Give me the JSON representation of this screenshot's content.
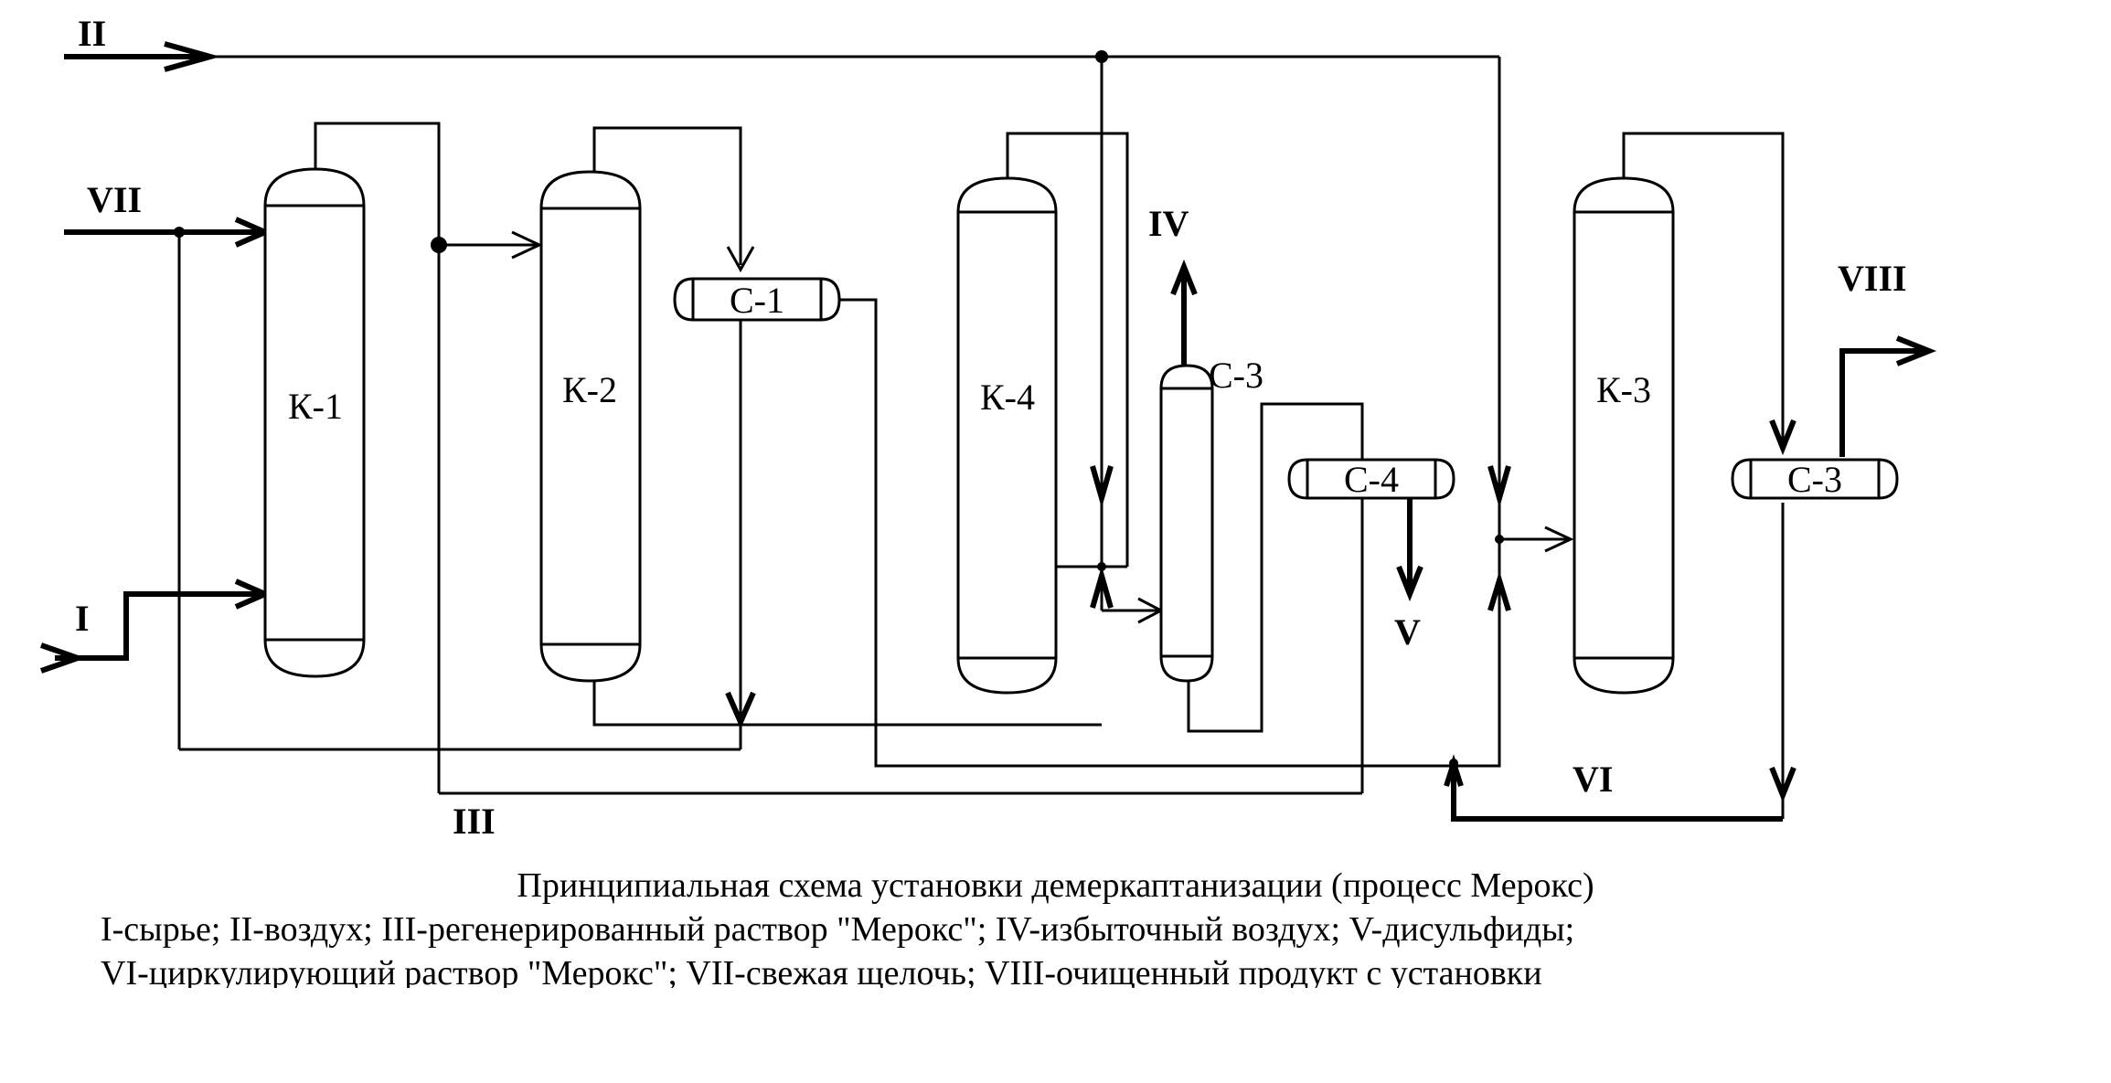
{
  "streams": {
    "s1": "I",
    "s2": "II",
    "s3": "III",
    "s4": "IV",
    "s5": "V",
    "s6": "VI",
    "s7": "VII",
    "s8": "VIII"
  },
  "units": {
    "k1": "К-1",
    "k2": "К-2",
    "k3": "К-3",
    "k4": "К-4",
    "c1": "С-1",
    "c3a": "С-3",
    "c3b": "С-3",
    "c4": "С-4"
  },
  "caption": {
    "title": "Принципиальная схема установки демеркаптанизации (процесс Мерокс)",
    "line1": "I-сырье; II-воздух; III-регенерированный раствор \"Мерокс\"; IV-избыточный воздух; V-дисульфиды;",
    "line2": "VI-циркулирующий раствор \"Мерокс\"; VII-свежая щелочь; VIII-очищенный продукт с установки"
  }
}
